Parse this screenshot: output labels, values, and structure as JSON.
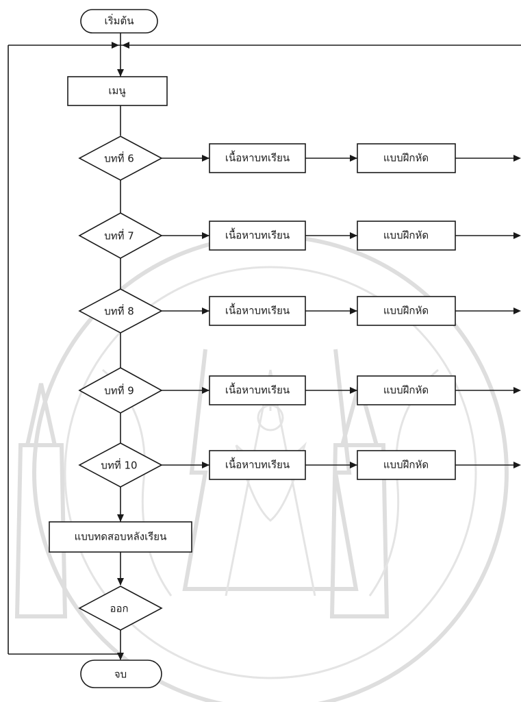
{
  "start_label": "เริ่มต้น",
  "end_label": "จบ",
  "menu_label": "เมนู",
  "posttest_label": "แบบทดสอบหลังเรียน",
  "exit_label": "ออก",
  "lessons": [
    {
      "decision": "บทที่ 6",
      "content": "เนื้อหาบทเรียน",
      "exercise": "แบบฝึกหัด"
    },
    {
      "decision": "บทที่ 7",
      "content": "เนื้อหาบทเรียน",
      "exercise": "แบบฝึกหัด"
    },
    {
      "decision": "บทที่ 8",
      "content": "เนื้อหาบทเรียน",
      "exercise": "แบบฝึกหัด"
    },
    {
      "decision": "บทที่ 9",
      "content": "เนื้อหาบทเรียน",
      "exercise": "แบบฝึกหัด"
    },
    {
      "decision": "บทที่ 10",
      "content": "เนื้อหาบทเรียน",
      "exercise": "แบบฝึกหัด"
    }
  ],
  "colors": {
    "line": "#1a1a1a",
    "watermark": "#dedede",
    "background": "#ffffff"
  }
}
